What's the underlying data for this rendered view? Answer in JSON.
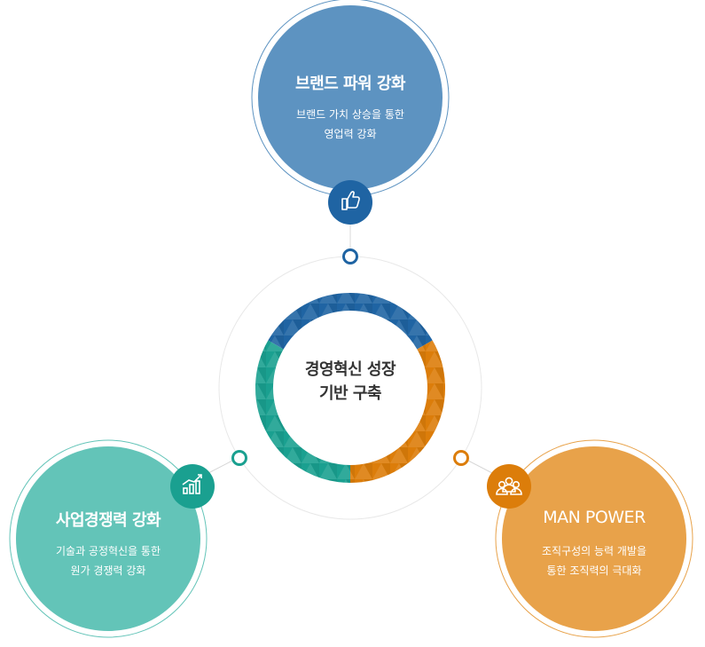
{
  "center": {
    "title_line1": "경영혁신 성장",
    "title_line2": "기반 구축"
  },
  "nodes": [
    {
      "id": "brand",
      "title": "브랜드 파워 강화",
      "desc": [
        "브랜드 가치 상승을 통한",
        "영업력 강화"
      ],
      "icon": "thumbs-up-icon",
      "color": "#5d93c1",
      "icon_color": "#1f64a3",
      "ring_color": "#1f64a3"
    },
    {
      "id": "business",
      "title": "사업경쟁력 강화",
      "desc": [
        "기술과 공정혁신을 통한",
        "원가 경쟁력 강화"
      ],
      "icon": "bar-chart-icon",
      "color": "#63c4b8",
      "icon_color": "#1aa090",
      "ring_color": "#1aa090"
    },
    {
      "id": "manpower",
      "title": "MAN POWER",
      "desc": [
        "조직구성의 능력 개발을",
        "통한 조직력의 극대화"
      ],
      "icon": "people-icon",
      "color": "#e8a24a",
      "icon_color": "#dc7d0a",
      "ring_color": "#dc7d0a"
    }
  ]
}
